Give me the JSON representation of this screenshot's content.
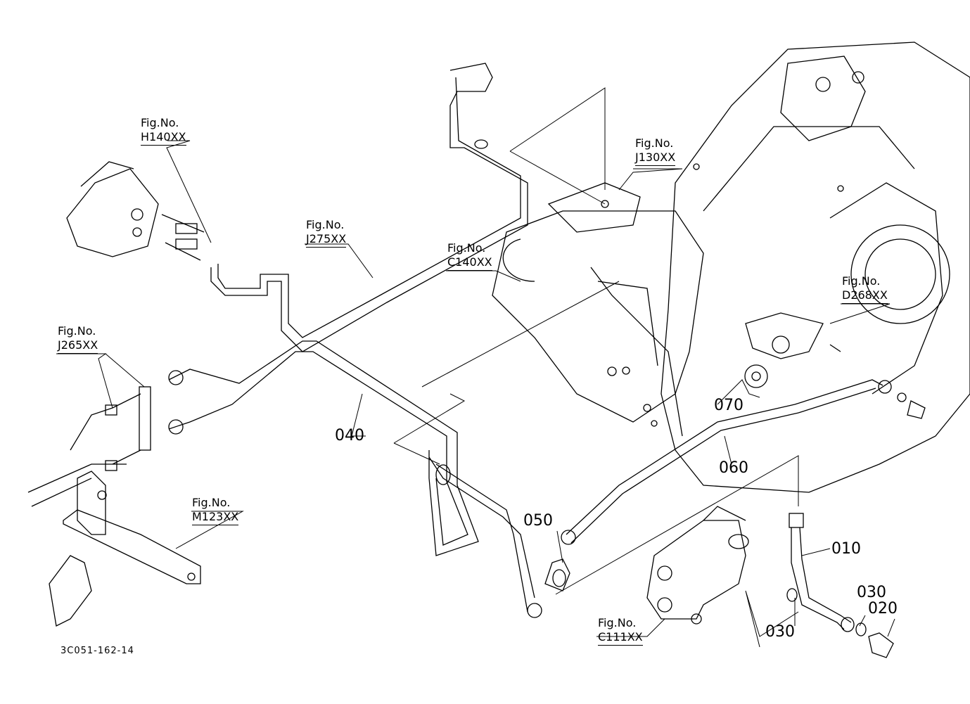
{
  "diagram": {
    "drawing_code": "3C051-162-14",
    "fig_refs": [
      {
        "id": "h140",
        "label": "Fig.No.",
        "code": "H140XX"
      },
      {
        "id": "j275",
        "label": "Fig.No.",
        "code": "J275XX"
      },
      {
        "id": "j130",
        "label": "Fig.No.",
        "code": "J130XX"
      },
      {
        "id": "c140",
        "label": "Fig.No.",
        "code": "C140XX"
      },
      {
        "id": "d268",
        "label": "Fig.No.",
        "code": "D268XX"
      },
      {
        "id": "j265",
        "label": "Fig.No.",
        "code": "J265XX"
      },
      {
        "id": "m123",
        "label": "Fig.No.",
        "code": "M123XX"
      },
      {
        "id": "c111",
        "label": "Fig.No.",
        "code": "C111XX"
      }
    ],
    "parts": [
      "010",
      "020",
      "030",
      "030",
      "040",
      "050",
      "060",
      "070"
    ]
  }
}
